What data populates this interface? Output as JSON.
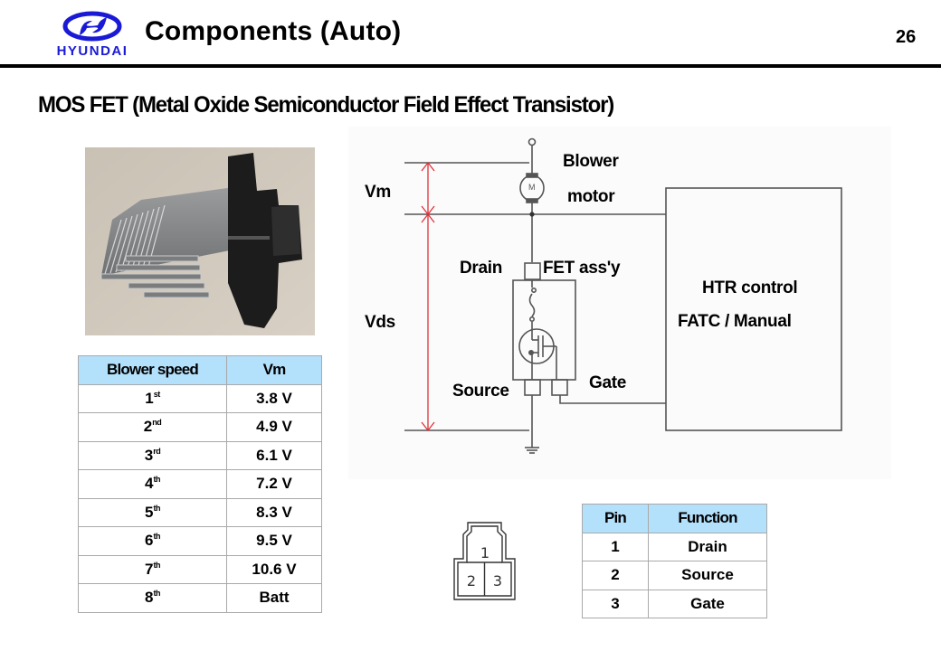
{
  "header": {
    "brand": "HYUNDAI",
    "brand_color": "#1a1ad6",
    "title": "Components (Auto)",
    "page_number": "26"
  },
  "section_title": "MOS FET (Metal Oxide Semiconductor Field Effect Transistor)",
  "photo": {
    "subject": "blower-resistor-mosfet-module"
  },
  "speed_table": {
    "header_color": "#b3e0fa",
    "columns": [
      "Blower speed",
      "Vm"
    ],
    "rows": [
      {
        "speed": "1",
        "suffix": "st",
        "vm": "3.8 V"
      },
      {
        "speed": "2",
        "suffix": "nd",
        "vm": "4.9 V"
      },
      {
        "speed": "3",
        "suffix": "rd",
        "vm": "6.1 V"
      },
      {
        "speed": "4",
        "suffix": "th",
        "vm": "7.2 V"
      },
      {
        "speed": "5",
        "suffix": "th",
        "vm": "8.3 V"
      },
      {
        "speed": "6",
        "suffix": "th",
        "vm": "9.5 V"
      },
      {
        "speed": "7",
        "suffix": "th",
        "vm": "10.6 V"
      },
      {
        "speed": "8",
        "suffix": "th",
        "vm": "Batt"
      }
    ]
  },
  "diagram": {
    "labels": {
      "vm": "Vm",
      "vds": "Vds",
      "blower_line1": "Blower",
      "blower_line2": "motor",
      "motor_symbol": "M",
      "drain": "Drain",
      "fet_assy": "FET ass'y",
      "source": "Source",
      "gate": "Gate",
      "htr_line1": "HTR control",
      "htr_line2": "FATC / Manual"
    },
    "measure_color": "#e0303a",
    "wire_color": "#555555"
  },
  "connector": {
    "pins": [
      "1",
      "2",
      "3"
    ]
  },
  "pin_table": {
    "header_color": "#b3e0fa",
    "columns": [
      "Pin",
      "Function"
    ],
    "rows": [
      {
        "pin": "1",
        "function": "Drain"
      },
      {
        "pin": "2",
        "function": "Source"
      },
      {
        "pin": "3",
        "function": "Gate"
      }
    ]
  }
}
